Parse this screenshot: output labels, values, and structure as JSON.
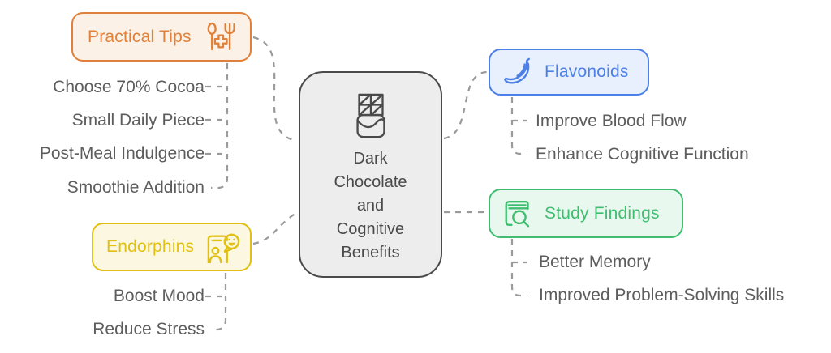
{
  "diagram": {
    "center": {
      "title": "Dark Chocolate and Cognitive Benefits",
      "icon": "chocolate-bar-icon",
      "border_color": "#4a4a4a",
      "bg_color": "#ededed"
    },
    "branches": [
      {
        "id": "practical-tips",
        "label": "Practical Tips",
        "icon": "cutlery-plus-icon",
        "color": "#e0813b",
        "bg": "#fbf1e6",
        "items": [
          "Choose 70% Cocoa",
          "Small Daily Piece",
          "Post-Meal Indulgence",
          "Smoothie Addition"
        ]
      },
      {
        "id": "flavonoids",
        "label": "Flavonoids",
        "icon": "banana-icon",
        "color": "#4c80e8",
        "bg": "#e8f0fd",
        "items": [
          "Improve Blood Flow",
          "Enhance Cognitive Function"
        ]
      },
      {
        "id": "endorphins",
        "label": "Endorphins",
        "icon": "happy-person-icon",
        "color": "#e2c013",
        "bg": "#fbf7e1",
        "items": [
          "Boost Mood",
          "Reduce Stress"
        ]
      },
      {
        "id": "study-findings",
        "label": "Study Findings",
        "icon": "book-search-icon",
        "color": "#3fbe70",
        "bg": "#e9f8ef",
        "items": [
          "Better Memory",
          "Improved Problem-Solving Skills"
        ]
      }
    ],
    "connector_color": "#9a9a9a",
    "item_text_color": "#5d5d5d"
  }
}
